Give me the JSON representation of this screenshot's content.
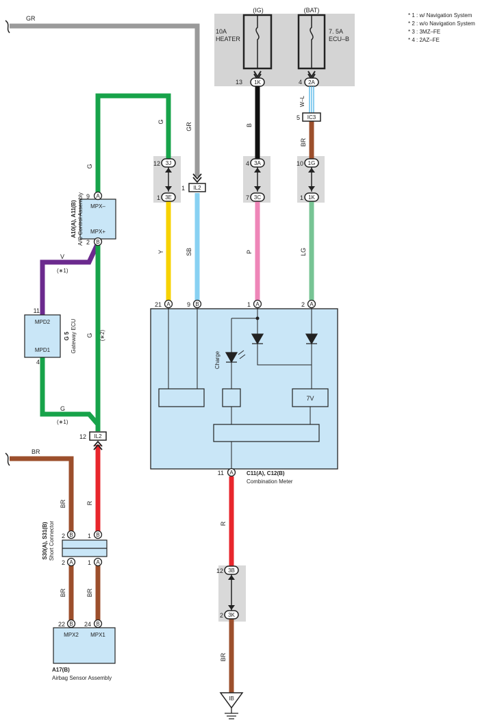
{
  "notes": [
    "* 1 : w/ Navigation System",
    "* 2 : w/o Navigation System",
    "* 3 : 3MZ–FE",
    "* 4 : 2AZ–FE"
  ],
  "colors": {
    "gray": "#9a9a9a",
    "green": "#17a34a",
    "purple": "#6b2a8e",
    "brown": "#9c4f2c",
    "red": "#e8262c",
    "yellow": "#f7d200",
    "sky": "#88d1f2",
    "black": "#111111",
    "pink": "#ee86b8",
    "lightgreen": "#77c494",
    "component": "#c9e6f7",
    "fusebox": "#d4d4d4",
    "connector": "#d9d9d9"
  },
  "fuses": {
    "ig": {
      "supply": "(IG)",
      "line1": "10A",
      "line2": "HEATER",
      "pin": "13",
      "conn": "1K"
    },
    "bat": {
      "supply": "(BAT)",
      "line1": "7. 5A",
      "line2": "ECU–B",
      "pin": "4",
      "conn": "2A"
    }
  },
  "wires": {
    "gr": "GR",
    "gr_v": "GR",
    "g_top": "G",
    "g_left": "G",
    "y": "Y",
    "sb": "SB",
    "b": "B",
    "p": "P",
    "wl": "W–L",
    "br_top": "BR",
    "lg": "LG",
    "v": "V",
    "v_note": "(∗1)",
    "g_mid": "G",
    "g_mid_note": "(∗2)",
    "g_low": "G",
    "g_low_note": "(∗1)",
    "r": "R",
    "r_meter": "R",
    "br_left": "BR",
    "br_left_v": "BR",
    "br_a": "BR",
    "br_b": "BR",
    "br_ground": "BR"
  },
  "connectors": {
    "j3j": {
      "pin": "12",
      "code": "3J"
    },
    "e3e": {
      "pin": "1",
      "code": "3E"
    },
    "il2_top": {
      "pin": "1",
      "code": "IL2"
    },
    "a3a": {
      "pin": "4",
      "code": "3A"
    },
    "c3c": {
      "pin": "7",
      "code": "3C"
    },
    "ic3": {
      "pin": "5",
      "code": "IC3"
    },
    "g1g": {
      "pin": "10",
      "code": "1G"
    },
    "k1k": {
      "pin": "1",
      "code": "1K"
    },
    "il2_low": {
      "pin": "12",
      "code": "IL2"
    },
    "b3b": {
      "pin": "12",
      "code": "3B"
    },
    "k3k": {
      "pin": "2",
      "code": "3K"
    }
  },
  "ac_control": {
    "id": "A10(A), A11(B)",
    "name": "A/C Control Assembly",
    "term_top": "MPX–",
    "term_bottom": "MPX+",
    "pin_top": "9",
    "pin_top_conn": "A",
    "pin_bottom": "2",
    "pin_bottom_conn": "B"
  },
  "gateway": {
    "id": "G 5",
    "name": "Gateway ECU",
    "term_top": "MPD2",
    "term_bottom": "MPD1",
    "pin_top": "11",
    "pin_bottom": "4"
  },
  "meter": {
    "id": "C11(A), C12(B)",
    "name": "Combination Meter",
    "charge": "Charge",
    "seven_v": "7V",
    "pins": [
      {
        "pin": "21",
        "conn": "A"
      },
      {
        "pin": "9",
        "conn": "B"
      },
      {
        "pin": "1",
        "conn": "A"
      },
      {
        "pin": "2",
        "conn": "A"
      }
    ],
    "bottom_pin": "11",
    "bottom_conn": "A"
  },
  "short_connector": {
    "id": "S30(A), S31(B)",
    "name": "Short Connector",
    "top_left_pin": "2",
    "top_left_conn": "B",
    "top_right_pin": "1",
    "top_right_conn": "B",
    "bot_left_pin": "2",
    "bot_left_conn": "A",
    "bot_right_pin": "1",
    "bot_right_conn": "A"
  },
  "airbag": {
    "id": "A17(B)",
    "name": "Airbag Sensor Assembly",
    "term_left": "MPX2",
    "term_right": "MPX1",
    "pin_left": "22",
    "pin_left_conn": "B",
    "pin_right": "24",
    "pin_right_conn": "B"
  },
  "ground": {
    "label": "IB"
  }
}
